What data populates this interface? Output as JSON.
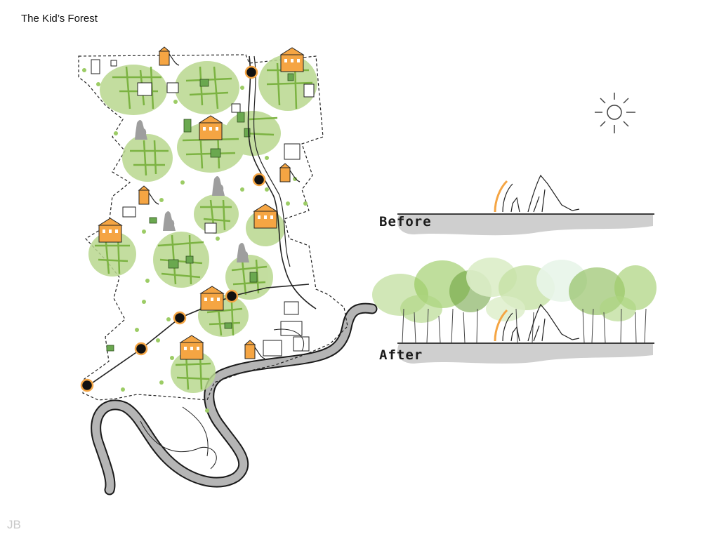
{
  "page": {
    "title": "The Kid’s Forest",
    "initials": "JB"
  },
  "sections": {
    "before_label": "Before",
    "after_label": "After"
  },
  "icons": {
    "school": "school-building-icon",
    "playground": "playground-slide-icon",
    "stop": "transit-stop-icon",
    "sun": "sun-icon",
    "figure": "person-silhouette-icon"
  },
  "colors": {
    "forest_patch": "#b9d88f",
    "tree_green": "#7cb342",
    "school_orange": "#f5a543",
    "river": "#b5b5b5",
    "ground": "#cfcfcf",
    "stop_ring": "#f5a543",
    "stop_center": "#111111"
  }
}
